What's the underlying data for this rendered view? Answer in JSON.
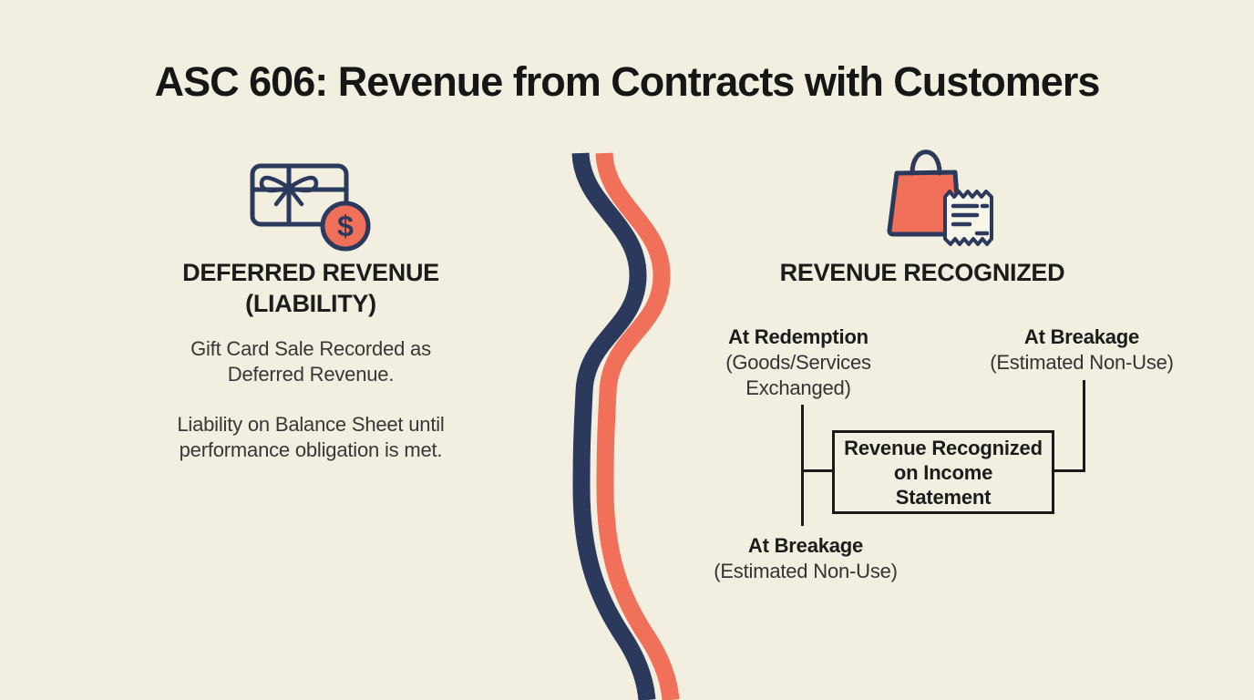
{
  "colors": {
    "background": "#f2efe0",
    "navy": "#2b3a5c",
    "coral": "#f0705a",
    "ink": "#1a1a1a",
    "receipt_fill": "#f8f5e9"
  },
  "title": "ASC 606: Revenue from Contracts with Customers",
  "left_panel": {
    "icon": "gift-card-with-dollar-coin-icon",
    "dollar_sign": "$",
    "heading": {
      "line1": "DEFERRED REVENUE",
      "line2": "(LIABILITY)"
    },
    "paragraph1": {
      "line1": "Gift Card Sale Recorded as",
      "line2": "Deferred Revenue."
    },
    "paragraph2": {
      "line1": "Liability on Balance Sheet until",
      "line2": "performance obligation is met."
    }
  },
  "divider": {
    "icon": "wavy-vertical-divider"
  },
  "right_panel": {
    "icon": "shopping-bag-with-receipt-icon",
    "heading": "REVENUE RECOGNIZED",
    "at_redemption": {
      "title": "At Redemption",
      "sub1": "(Goods/Services",
      "sub2": "Exchanged)"
    },
    "at_breakage_top": {
      "title": "At Breakage",
      "sub": "(Estimated Non-Use)"
    },
    "center_box": {
      "line1": "Revenue Recognized",
      "line2": "on Income",
      "line3": "Statement"
    },
    "at_breakage_bottom": {
      "title": "At Breakage",
      "sub": "(Estimated Non-Use)"
    }
  }
}
